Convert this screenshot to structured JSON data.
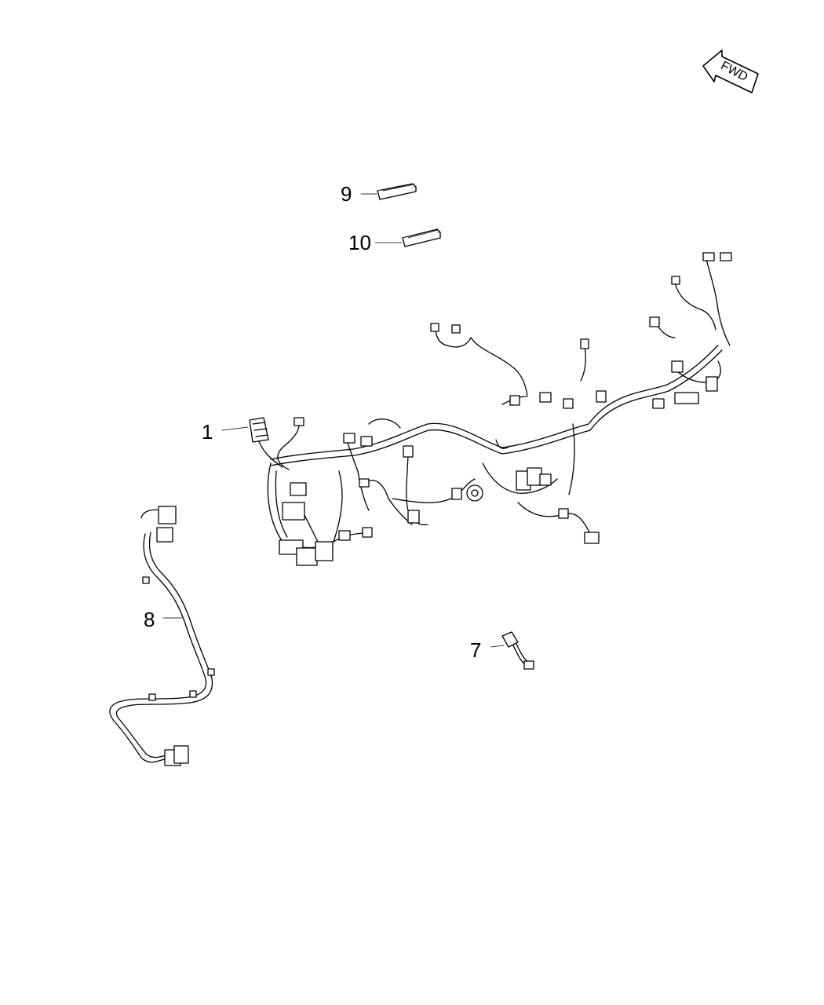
{
  "fwd_indicator": {
    "label": "FWD"
  },
  "callouts": [
    {
      "id": "1",
      "label": "1",
      "part": "main-harness"
    },
    {
      "id": "7",
      "label": "7",
      "part": "jumper-harness"
    },
    {
      "id": "8",
      "label": "8",
      "part": "side-harness"
    },
    {
      "id": "9",
      "label": "9",
      "part": "connector-block"
    },
    {
      "id": "10",
      "label": "10",
      "part": "connector-block"
    }
  ],
  "colors": {
    "line": "#000000",
    "background": "#ffffff"
  }
}
